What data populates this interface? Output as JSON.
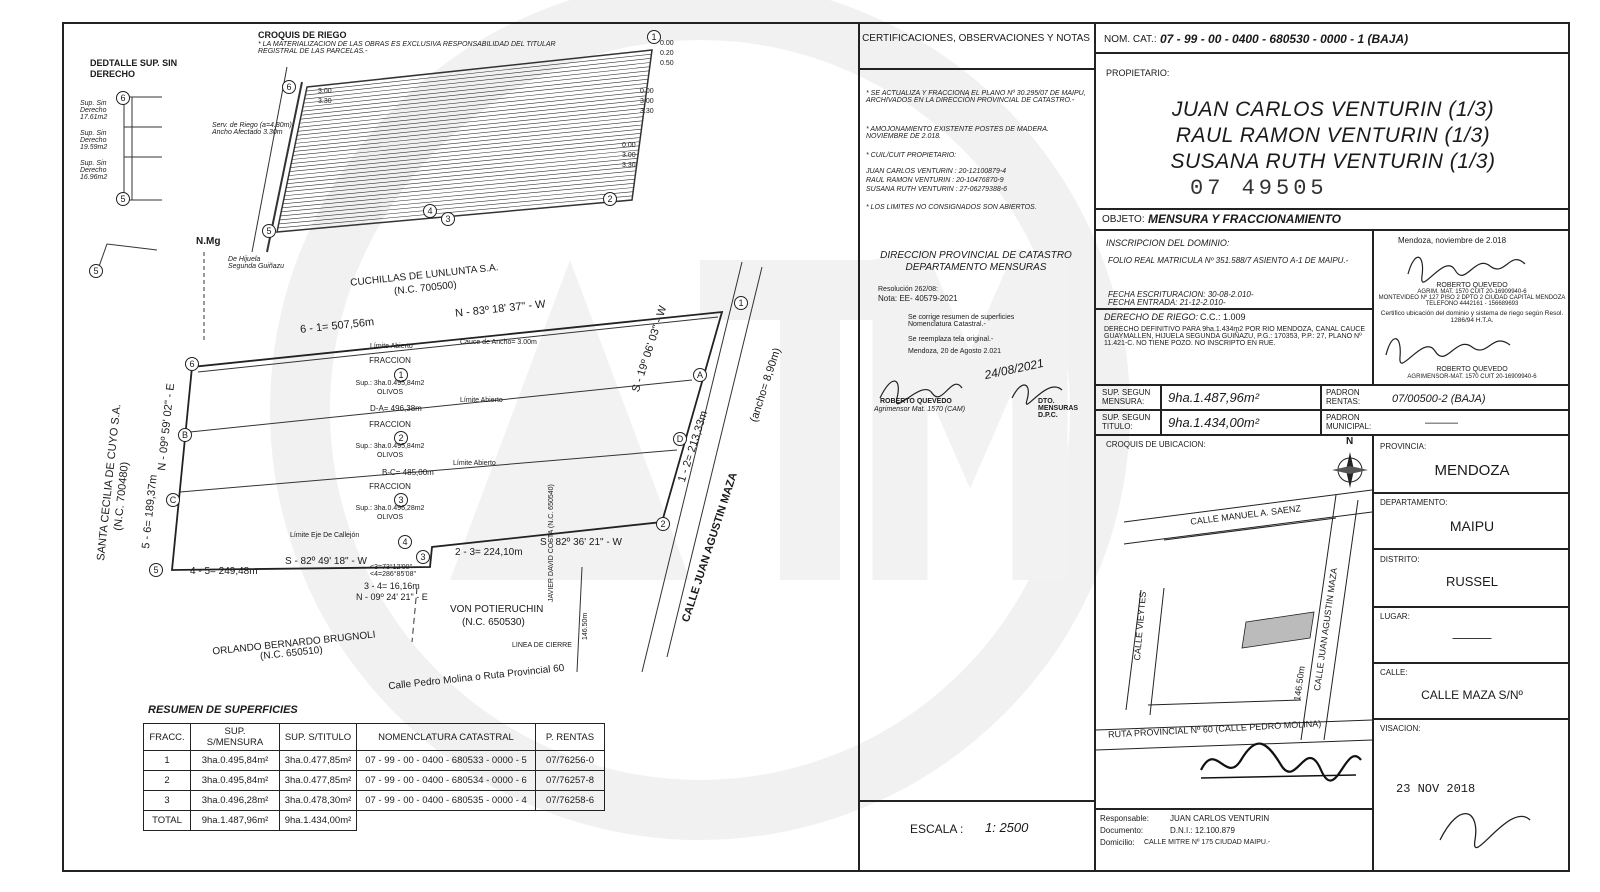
{
  "croquis": {
    "title": "CROQUIS DE RIEGO",
    "note": "* LA MATERIALIZACION DE LAS OBRAS ES EXCLUSIVA RESPONSABILIDAD DEL TITULAR REGISTRAL DE LAS PARCELAS.-",
    "detalle_title": "DEDTALLE SUP. SIN DERECHO",
    "detalle_labels": [
      "Sup. Sin Derecho 17.61m2",
      "Sup. Sin Derecho 19.59m2",
      "Sup. Sin Derecho 16.96m2"
    ],
    "serv_riego": "Serv. de Riego (a=4.80m) Ancho Afectado 3.30m",
    "dim_labels": [
      "0.00",
      "0.20",
      "0.50",
      "3.00",
      "3.30",
      "0.00",
      "3.00",
      "3.30",
      "0.00",
      "3.00",
      "3.30"
    ],
    "hijuela": "De Hijuela Segunda Guiñazu"
  },
  "plan": {
    "nmg": "N.Mg",
    "cuchillas": "CUCHILLAS DE LUNLUNTA S.A.",
    "cuchillas_nc": "(N.C. 700500)",
    "side_61": "6 - 1= 507,56m",
    "bearing_61": "N - 83º 18' 37\" - W",
    "bearing_12": "S - 19º 06' 03\" - W",
    "side_12": "1 - 2= 213,33m",
    "calle_maza": "CALLE JUAN AGUSTIN MAZA",
    "ancho_maza": "(ancho= 8,90m)",
    "santa_cecilia": "SANTA CECILIA DE CUYO S.A.",
    "santa_cecilia_nc": "(N.C. 700480)",
    "side_56": "5 - 6= 189,37m",
    "bearing_56": "N - 09º 59' 02\" - E",
    "fracciones": [
      {
        "label": "FRACCION",
        "num": "1",
        "sup": "Sup.: 3ha.0.495,84m2",
        "uso": "OLIVOS"
      },
      {
        "label": "FRACCION",
        "num": "2",
        "sup": "Sup.: 3ha.0.495,84m2",
        "uso": "OLIVOS"
      },
      {
        "label": "FRACCION",
        "num": "3",
        "sup": "Sup.: 3ha.0.496,28m2",
        "uso": "OLIVOS"
      }
    ],
    "da": "D-A= 496,38m",
    "bc": "B-C= 485,00m",
    "limite_abierto": "Límite Abierto",
    "canal_ancho": "Cauce de Ancho= 3.00m",
    "bearing_45": "S - 82º 49' 18\" - W",
    "side_45": "4 - 5= 249,48m",
    "side_23": "2 - 3= 224,10m",
    "bearing_23": "S - 82º 36' 21\" - W",
    "angles": "<3=73°12'00\" <4=286°85'08\"",
    "side_34": "3 - 4= 16,16m",
    "bearing_34": "N - 09º 24' 21\" - E",
    "von": "VON POTIERUCHIN",
    "von_nc": "(N.C. 650530)",
    "javier": "JAVIER DAVID COSTA (N.C. 650540)",
    "dist_146": "146.50m",
    "orlando": "ORLANDO BERNARDO BRUGNOLI",
    "orlando_nc": "(N.C. 650510)",
    "linea_cierre": "LINEA DE CIERRE",
    "pedro_molina": "Calle Pedro Molina o Ruta Provincial 60",
    "limite_callejon": "Límite Eje De Callejón",
    "vertices": [
      "1",
      "2",
      "3",
      "4",
      "5",
      "6"
    ],
    "letters": [
      "A",
      "B",
      "C",
      "D"
    ]
  },
  "resumen": {
    "title": "RESUMEN DE SUPERFICIES",
    "headers": [
      "FRACC.",
      "SUP. S/MENSURA",
      "SUP. S/TITULO",
      "NOMENCLATURA CATASTRAL",
      "P. RENTAS"
    ],
    "rows": [
      [
        "1",
        "3ha.0.495,84m²",
        "3ha.0.477,85m²",
        "07 - 99 - 00 - 0400 - 680533 - 0000 - 5",
        "07/76256-0"
      ],
      [
        "2",
        "3ha.0.495,84m²",
        "3ha.0.477,85m²",
        "07 - 99 - 00 - 0400 - 680534 - 0000 - 6",
        "07/76257-8"
      ],
      [
        "3",
        "3ha.0.496,28m²",
        "3ha.0.478,30m²",
        "07 - 99 - 00 - 0400 - 680535 - 0000 - 4",
        "07/76258-6"
      ]
    ],
    "total": [
      "TOTAL",
      "9ha.1.487,96m²",
      "9ha.1.434,00m²"
    ]
  },
  "cert": {
    "title": "CERTIFICACIONES, OBSERVACIONES Y NOTAS",
    "note1": "* SE ACTUALIZA Y FRACCIONA EL PLANO Nº 30.295/07 DE MAIPU, ARCHIVADOS EN LA DIRECCIÓN PROVINCIAL DE CATASTRO.-",
    "note2": "* AMOJONAMIENTO EXISTENTE POSTES DE MADERA. NOVIEMBRE DE 2.018.",
    "note3": "* CUIL/CUIT PROPIETARIO:",
    "cuit1": "JUAN CARLOS VENTURIN : 20-12100879-4",
    "cuit2": "RAUL RAMON VENTURIN : 20-10476870-9",
    "cuit3": "SUSANA RUTH VENTURIN : 27-06279388-6",
    "note4": "* LOS LIMITES NO CONSIGNADOS SON ABIERTOS.",
    "direccion1": "DIRECCION PROVINCIAL DE CATASTRO",
    "direccion2": "DEPARTAMENTO MENSURAS",
    "resolucion": "Resolución 262/08:",
    "nota": "Nota: EE- 40579-2021",
    "corrige": "Se corrige resumen de superficies Nomenclatura Catastral.-",
    "reemplaza": "Se reemplaza tela original.-",
    "fecha": "Mendoza, 20 de Agosto 2.021",
    "sello_fecha": "24/08/2021",
    "firma1": "ROBERTO QUEVEDO",
    "firma1b": "Agrimensor Mat. 1570 (CAM)",
    "firma2": "DTO. MENSURAS D.P.C.",
    "escala_label": "ESCALA :",
    "escala": "1: 2500"
  },
  "info": {
    "nom_cat_label": "NOM. CAT.:",
    "nom_cat": "07 - 99 - 00 - 0400 - 680530 - 0000 - 1 (BAJA)",
    "propietario_label": "PROPIETARIO:",
    "propietarios": [
      "JUAN CARLOS VENTURIN (1/3)",
      "RAUL RAMON VENTURIN (1/3)",
      "SUSANA RUTH VENTURIN (1/3)"
    ],
    "stamp": "07 49505",
    "objeto_label": "OBJETO:",
    "objeto": "MENSURA Y FRACCIONAMIENTO",
    "inscripcion_label": "INSCRIPCION DEL DOMINIO:",
    "folio": "FOLIO REAL MATRICULA Nº 351.588/7 ASIENTO A-1 DE MAIPU.-",
    "fecha_escr": "FECHA ESCRITURACION: 30-08-2.010-",
    "fecha_entr": "FECHA ENTRADA: 21-12-2.010-",
    "mendoza_fecha": "Mendoza, noviembre de 2.018",
    "agrim": "ROBERTO QUEVEDO",
    "agrim_mat": "AGRIM. MAT. 1570 CUIT 20-16909940-6",
    "agrim_dir": "MONTEVIDEO Nº 127 PISO 2 DPTO 2 CIUDAD CAPITAL MENDOZA",
    "agrim_tel": "TELEFONO 4442161 - 156689693",
    "derecho_label": "DERECHO DE RIEGO:",
    "cc": "C.C.: 1.009",
    "derecho_text": "DERECHO DEFINITIVO PARA 9ha.1.434m2 POR RIO MENDOZA, CANAL CAUCE GUAYMALLEN, HIJUELA SEGUNDA GUIÑAZU, P.G.: 170353, P.P.: 27, PLANO Nº 11.421-C. NO TIENE POZO. NO INSCRIPTO EN RUE.",
    "certifica": "Certifico ubicación del dominio y sistema de riego según Resol. 1286/94 H.T.A.",
    "agrim2": "ROBERTO QUEVEDO",
    "agrim2_mat": "AGRIMENSOR-MAT. 1570 CUIT 20-16909940-6",
    "sup_mensura_label": "SUP. SEGUN MENSURA:",
    "sup_mensura": "9ha.1.487,96m²",
    "sup_titulo_label": "SUP. SEGUN TITULO:",
    "sup_titulo": "9ha.1.434,00m²",
    "padron_rentas_label": "PADRON RENTAS:",
    "padron_rentas": "07/00500-2 (BAJA)",
    "padron_mun_label": "PADRON MUNICIPAL:",
    "padron_mun": "———",
    "ubicacion_label": "CROQUIS DE UBICACION:",
    "norte": "N",
    "calle_saenz": "CALLE MANUEL A. SAENZ",
    "calle_vieytes": "CALLE VIEYTES",
    "calle_maza": "CALLE JUAN AGUSTIN MAZA",
    "dist": "146.50m",
    "ruta60": "RUTA PROVINCIAL Nº 60 (CALLE PEDRO MOLINA)",
    "provincia_label": "PROVINCIA:",
    "provincia": "MENDOZA",
    "departamento_label": "DEPARTAMENTO:",
    "departamento": "MAIPU",
    "distrito_label": "DISTRITO:",
    "distrito": "RUSSEL",
    "lugar_label": "LUGAR:",
    "lugar": "———",
    "calle_label": "CALLE:",
    "calle": "CALLE MAZA S/Nº",
    "visacion_label": "VISACION:",
    "visacion_fecha": "23 NOV 2018",
    "responsable_label": "Responsable:",
    "responsable": "JUAN CARLOS VENTURIN",
    "documento_label": "Documento:",
    "documento": "D.N.I.: 12.100.879",
    "domicilio_label": "Domicilio:",
    "domicilio": "CALLE MITRE Nº 175 CIUDAD MAIPU.-"
  }
}
